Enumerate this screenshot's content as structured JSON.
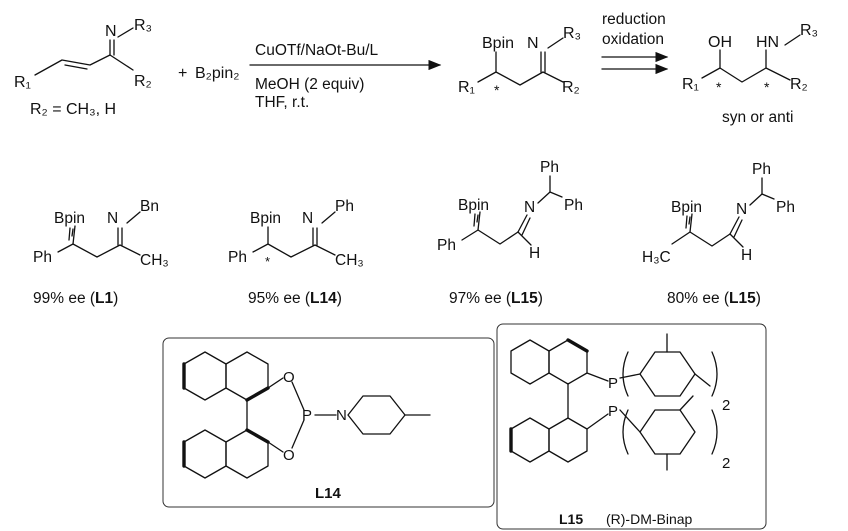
{
  "reaction": {
    "reagent": "B₂pin₂",
    "plus": "+",
    "conditions_top": "CuOTf/NaOt-Bu/L",
    "conditions_line2": "MeOH (2 equiv)",
    "conditions_line3": "THF, r.t.",
    "step2_top": "reduction",
    "step2_bottom": "oxidation",
    "r2_note": "R₂ = CH₃, H",
    "final_note": "syn or anti"
  },
  "labels": {
    "N": "N",
    "R1": "R₁",
    "R2": "R₂",
    "R3": "R₃",
    "Bpin": "Bpin",
    "OH": "OH",
    "HN": "HN",
    "Ph": "Ph",
    "Bn": "Bn",
    "CH3": "CH₃",
    "H": "H",
    "H3C": "H₃C",
    "star": "*",
    "O": "O",
    "P": "P",
    "sub2": "2"
  },
  "examples": [
    {
      "ee": "99% ee (",
      "ligand": "L1",
      "close": ")"
    },
    {
      "ee": "95% ee (",
      "ligand": "L14",
      "close": ")"
    },
    {
      "ee": "97% ee (",
      "ligand": "L15",
      "close": ")"
    },
    {
      "ee": "80% ee (",
      "ligand": "L15",
      "close": ")"
    }
  ],
  "ligands": {
    "l14_label": "L14",
    "l15_label": "L15",
    "l15_name": "(R)-DM-Binap"
  }
}
